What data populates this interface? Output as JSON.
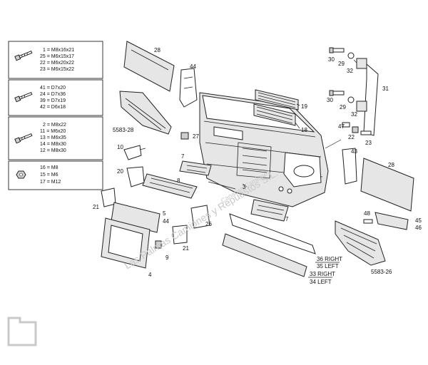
{
  "legend": {
    "group1": [
      "1 = M8x16x21",
      "25 = M6x15x17",
      "22 = M6x20x22",
      "23 = M6x15x22"
    ],
    "group2": [
      "41 = D7x20",
      "24 = D7x36",
      "39 = D7x19",
      "42 = D6x18"
    ],
    "group3": [
      "2 = M8x22",
      "11 = M6x20",
      "13 = M6x35",
      "14 = M8x30",
      "12 = M8x30"
    ],
    "group4": [
      "16 = M8",
      "15 = M6",
      "17 = M12"
    ]
  },
  "labels": {
    "l28a": "28",
    "l44": "44",
    "l5583a": "5583-28",
    "l27": "27",
    "l10": "10",
    "l7a": "7",
    "l8": "8",
    "l20": "20",
    "l21a": "21",
    "l5": "5",
    "l44b": "44",
    "l26": "26",
    "l21b": "21",
    "l9": "9",
    "l4": "4",
    "l3": "3",
    "l7b": "7",
    "l19": "19",
    "l18": "18",
    "l30a": "30",
    "l29a": "29",
    "l32a": "32",
    "l31": "31",
    "l30b": "30",
    "l29b": "29",
    "l32b": "32",
    "l47": "47",
    "l22": "22",
    "l23": "23",
    "l43": "43",
    "l28b": "28",
    "l48": "48",
    "l45": "45",
    "l46": "46",
    "l5583b": "5583-26",
    "l36": "36 RIGHT",
    "l35": "35 LEFT",
    "l33": "33 RIGHT",
    "l34": "34 LEFT"
  },
  "watermark": {
    "line1": "Las Palmas Camiones y Repuestos S.L.",
    "line2": "Canarias-Camiones"
  }
}
